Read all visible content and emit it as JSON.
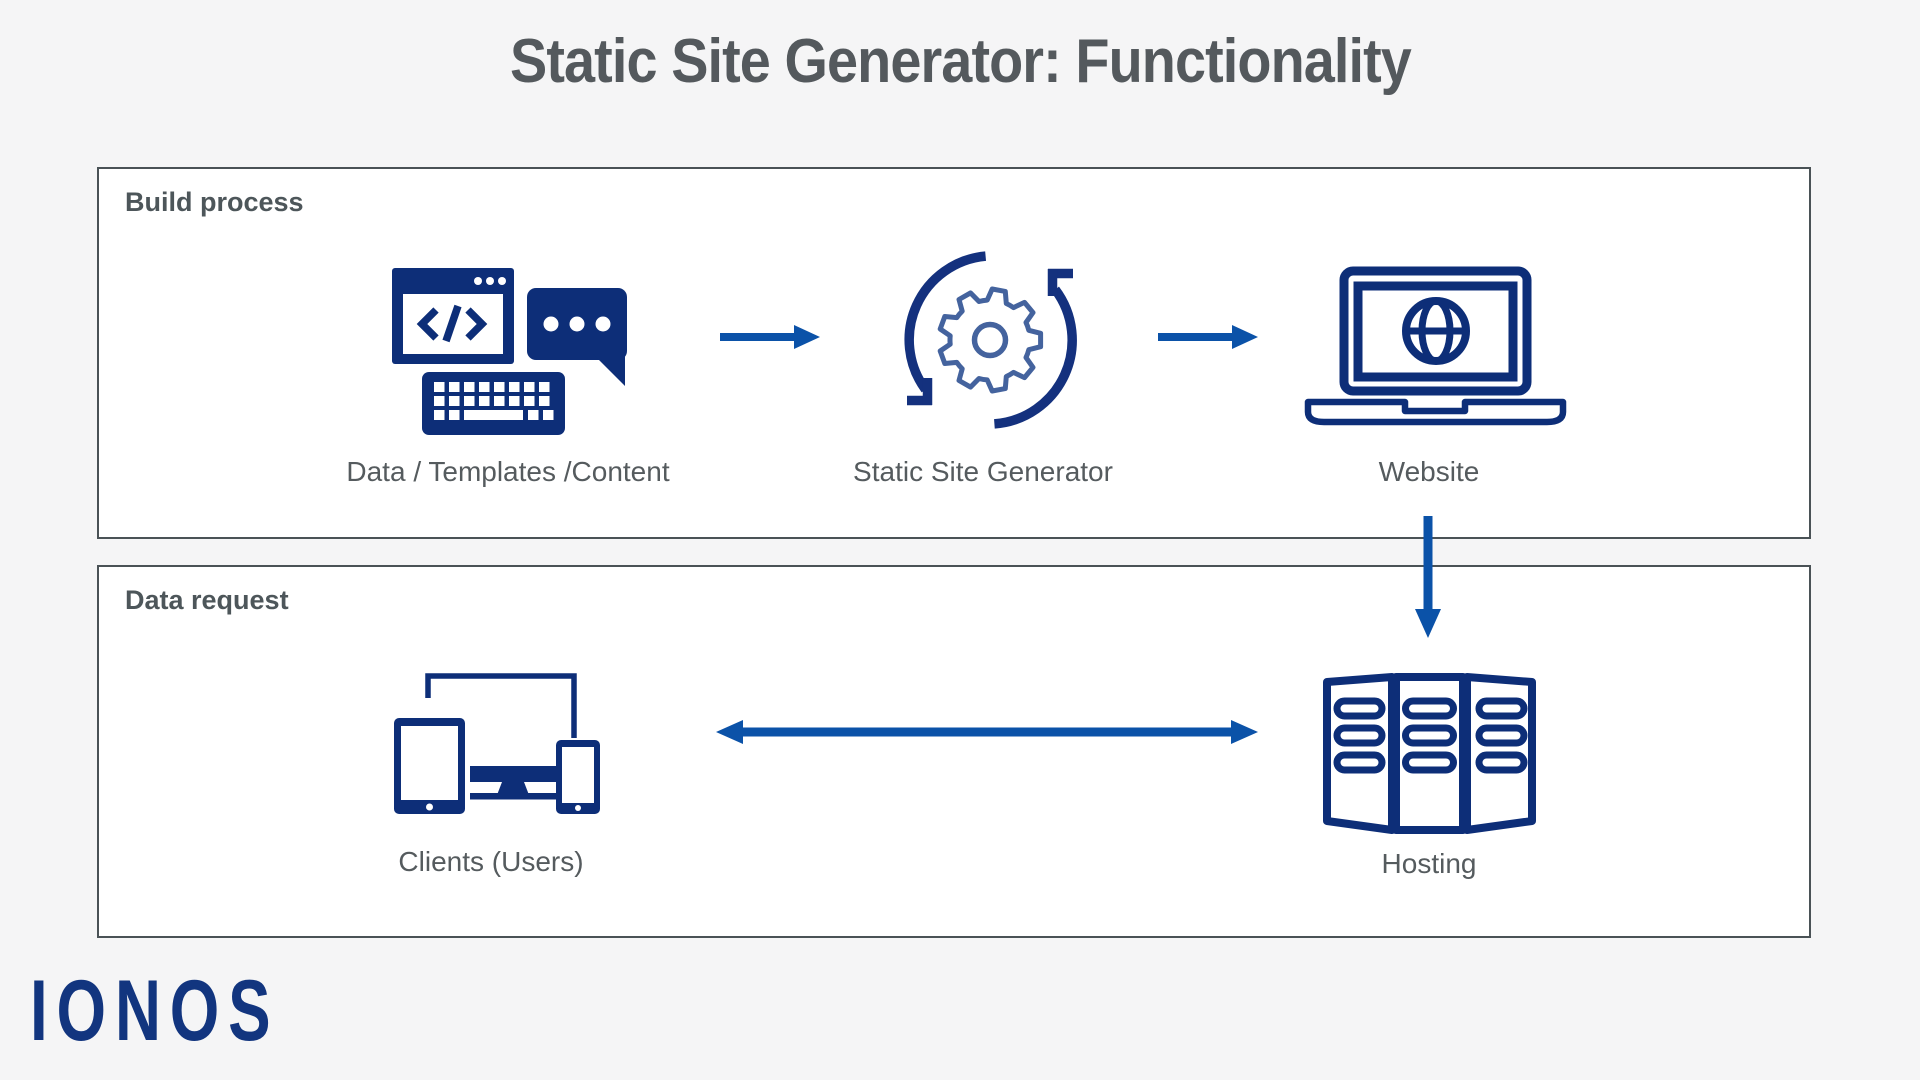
{
  "title": "Static Site Generator: Functionality",
  "brand": {
    "logo_text": "IONOS"
  },
  "colors": {
    "background": "#f5f5f6",
    "panel_border": "#4a5256",
    "heading_text": "#54595d",
    "label_text": "#555b5e",
    "icon_navy": "#0d2e78",
    "gear_outline": "#44639e",
    "cycle_navy": "#14317e",
    "arrow_blue": "#0b52a8",
    "logo_navy": "#12357f"
  },
  "build_process": {
    "label": "Build process",
    "items": [
      {
        "label": "Data / Templates /Content",
        "icon": "code-content-icon"
      },
      {
        "label": "Static Site Generator",
        "icon": "generator-cycle-icon"
      },
      {
        "label": "Website",
        "icon": "laptop-globe-icon"
      }
    ]
  },
  "data_request": {
    "label": "Data request",
    "items": [
      {
        "label": "Clients (Users)",
        "icon": "client-devices-icon"
      },
      {
        "label": "Hosting",
        "icon": "server-racks-icon"
      }
    ]
  }
}
